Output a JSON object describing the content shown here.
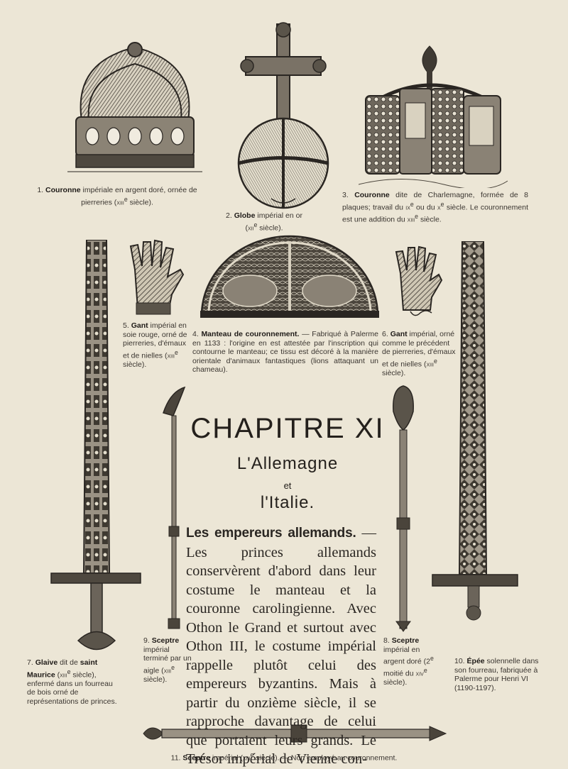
{
  "captions": {
    "c1": {
      "num": "1.",
      "bold": "Couronne",
      "rest": " impériale en argent doré, ornée de pierreries (",
      "cent": "xiii",
      "sup": "e",
      "end": " siècle)."
    },
    "c2": {
      "num": "2.",
      "bold": "Globe",
      "rest": " impérial en or (",
      "cent": "xii",
      "sup": "e",
      "end": " siècle)."
    },
    "c3": {
      "num": "3.",
      "bold": "Couronne",
      "rest": " dite de Charlemagne, formée de 8 plaques; travail du ",
      "cent": "ix",
      "sup": "e",
      "mid": " ou du ",
      "cent2": "x",
      "sup2": "e",
      "end": " siècle. Le couronnement est une addition du ",
      "cent3": "xiii",
      "sup3": "e",
      "end2": " siècle."
    },
    "c4": {
      "num": "4.",
      "bold": "Manteau de couronnement.",
      "rest": " — Fabriqué à Palerme en 1133 : l'origine en est attestée par l'inscription qui contourne le manteau; ce tissu est décoré à la manière orientale d'animaux fantastiques (lions attaquant un chameau)."
    },
    "c5": {
      "num": "5.",
      "bold": "Gant",
      "rest": " impérial en soie rouge, orné de pierreries, d'émaux et de nielles (",
      "cent": "xiii",
      "sup": "e",
      "end": " siècle)."
    },
    "c6": {
      "num": "6.",
      "bold": "Gant",
      "rest": " impérial, orné comme le précédent de pierreries, d'émaux et de nielles (",
      "cent": "xiii",
      "sup": "e",
      "end": " siècle)."
    },
    "c7": {
      "num": "7.",
      "bold": "Glaive",
      "rest": " dit de ",
      "bold2": "saint Maurice",
      "rest2": " (",
      "cent": "xiii",
      "sup": "e",
      "end": " siècle), enfermé dans un fourreau de bois orné de représentations de princes."
    },
    "c8": {
      "num": "8.",
      "bold": "Sceptre",
      "rest": " impérial en argent doré (2",
      "sup": "e",
      "end": " moitié du ",
      "cent": "xiv",
      "sup2": "e",
      "end2": " siècle)."
    },
    "c9": {
      "num": "9.",
      "bold": "Sceptre",
      "rest": " impérial terminé par un aigle (",
      "cent": "xiii",
      "sup": "e",
      "end": " siècle)."
    },
    "c10": {
      "num": "10.",
      "bold": "Épée",
      "rest": " solennelle dans son fourreau, fabriquée à Palerme pour Henri VI (1190-1197)."
    },
    "c11": {
      "num": "11.",
      "bold": "Sceptre",
      "rest": " impérial (",
      "cent": "xiii",
      "sup": "e",
      "end": " siècle). — Non employé au couronnement."
    }
  },
  "chapter": {
    "title": "CHAPITRE XI",
    "subtitle1": "L'Allemagne",
    "subtitle2": "et",
    "subtitle3": "l'Italie."
  },
  "body": {
    "lead": "Les empereurs allemands.",
    "text": " — Les princes allemands conservèrent d'abord dans leur costume le manteau et la couronne carolingienne. Avec Othon le Grand et surtout avec Othon III, le costume impérial rappelle plutôt celui des empereurs byzantins. Mais à partir du onzième siècle, il se rapproche davantage de celui que portaient leurs grands. Le Trésor impérial de Vienne con-"
  },
  "artwork": {
    "crown1": "crown-engraving",
    "globe": "orb-engraving",
    "crown3": "charlemagne-crown-engraving",
    "mantle": "mantle-engraving",
    "glove5": "glove-engraving",
    "glove6": "glove-engraving",
    "sword7": "sword-engraving",
    "scepter8": "scepter-engraving",
    "scepter9": "eagle-scepter-engraving",
    "sword10": "sword-engraving",
    "scepter11": "scepter-engraving"
  },
  "colors": {
    "paper": "#ece6d6",
    "ink": "#2a2622"
  }
}
